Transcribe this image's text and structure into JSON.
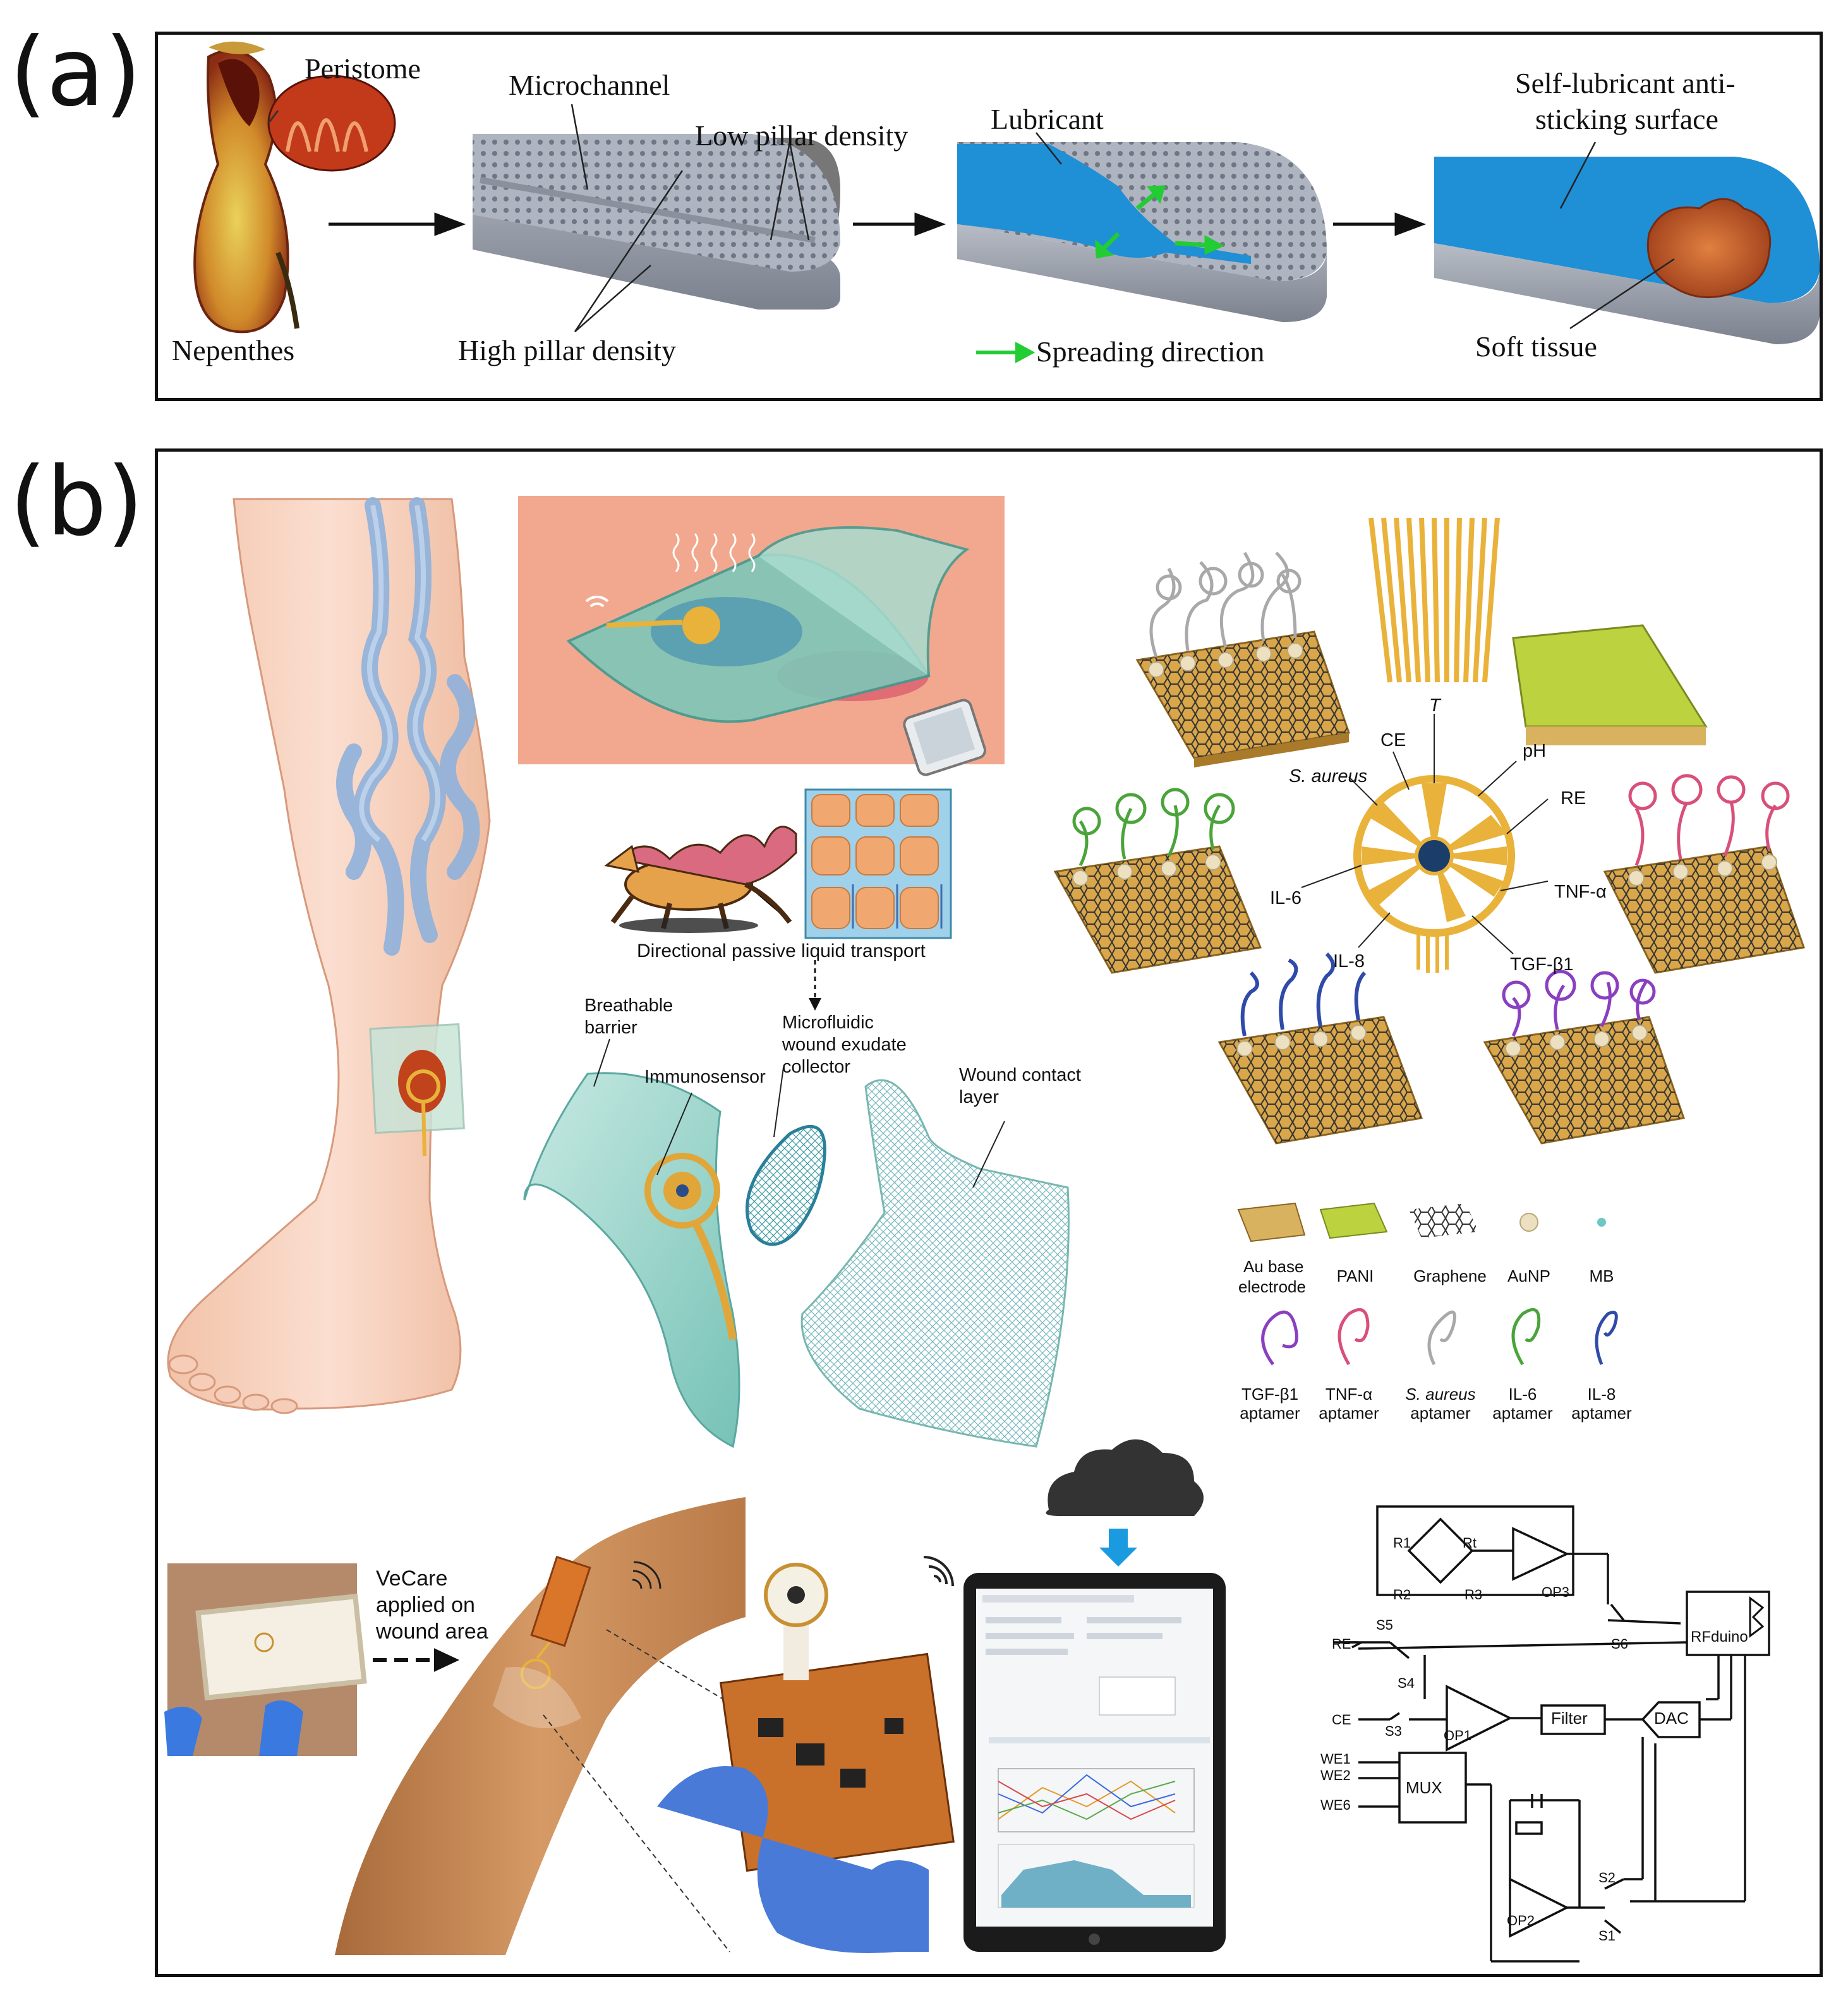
{
  "panel_a": {
    "label": "(a)",
    "peristome": "Peristome",
    "nepenthes": "Nepenthes",
    "microchannel": "Microchannel",
    "low_pillar": "Low pillar density",
    "high_pillar": "High pillar density",
    "lubricant": "Lubricant",
    "spreading": "Spreading direction",
    "self_lub_1": "Self-lubricant anti-",
    "self_lub_2": "sticking surface",
    "soft_tissue": "Soft tissue",
    "colors": {
      "lubricant": "#1f8fd6",
      "plate": "#8e95a3",
      "tissue": "#c4562a",
      "arrow_green": "#22cc33"
    }
  },
  "panel_b": {
    "label": "(b)",
    "directional": "Directional passive liquid transport",
    "breathable_1": "Breathable",
    "breathable_2": "barrier",
    "immunosensor": "Immunosensor",
    "microfluidic_1": "Microfluidic",
    "microfluidic_2": "wound exudate",
    "microfluidic_3": "collector",
    "wound_contact_1": "Wound contact",
    "wound_contact_2": "layer",
    "sensor_labels": {
      "T": "T",
      "CE": "CE",
      "pH": "pH",
      "RE": "RE",
      "s_aureus": "S. aureus",
      "il6": "IL-6",
      "tnf": "TNF-α",
      "il8": "IL-8",
      "tgf": "TGF-β1"
    },
    "legend_row1": [
      {
        "l1": "Au base",
        "l2": "electrode"
      },
      {
        "l1": "PANI",
        "l2": ""
      },
      {
        "l1": "Graphene",
        "l2": ""
      },
      {
        "l1": "AuNP",
        "l2": ""
      },
      {
        "l1": "MB",
        "l2": ""
      }
    ],
    "legend_row2": [
      {
        "l1": "TGF-β1",
        "l2": "aptamer",
        "color": "#8a3fc0"
      },
      {
        "l1": "TNF-α",
        "l2": "aptamer",
        "color": "#d8507a"
      },
      {
        "l1": "S. aureus",
        "l2": "aptamer",
        "color": "#a9a9a9"
      },
      {
        "l1": "IL-6",
        "l2": "aptamer",
        "color": "#4aa43a"
      },
      {
        "l1": "IL-8",
        "l2": "aptamer",
        "color": "#2f4aa8"
      }
    ],
    "vecare_1": "VeCare",
    "vecare_2": "applied on",
    "vecare_3": "wound area",
    "circuit": {
      "R1": "R1",
      "Rt": "Rt",
      "R2": "R2",
      "R3": "R3",
      "OP3": "OP3",
      "OP1": "OP1",
      "OP2": "OP2",
      "S1": "S1",
      "S2": "S2",
      "S3": "S3",
      "S4": "S4",
      "S5": "S5",
      "S6": "S6",
      "RE": "RE",
      "CE": "CE",
      "WE1": "WE1",
      "WE2": "WE2",
      "WE6": "WE6",
      "MUX": "MUX",
      "Filter": "Filter",
      "DAC": "DAC",
      "RFduino": "RFduino"
    }
  }
}
